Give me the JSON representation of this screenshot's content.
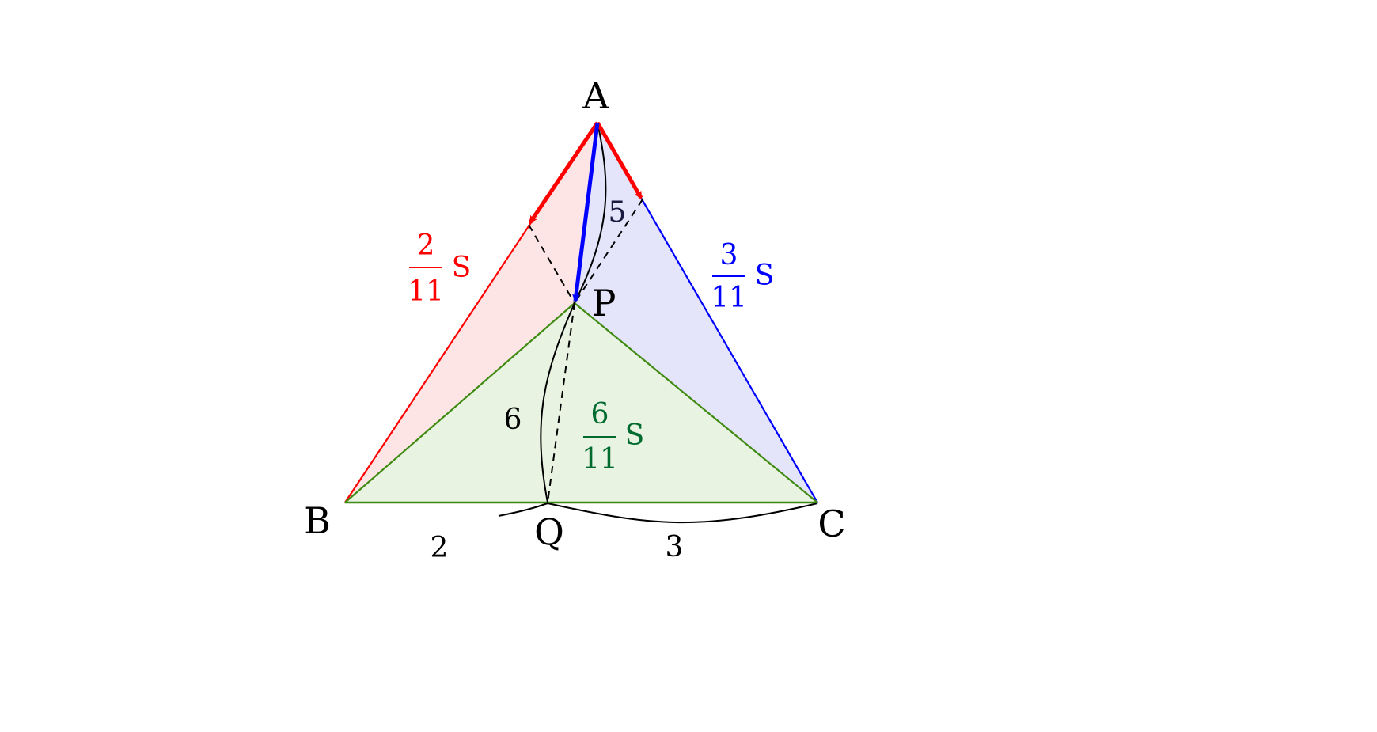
{
  "points": {
    "A": "A",
    "B": "B",
    "C": "C",
    "P": "P",
    "Q": "Q"
  },
  "lengths": {
    "AP": "5",
    "PQ": "6",
    "BQ": "2",
    "QC": "3"
  },
  "areas": {
    "ABP": {
      "numerator": "2",
      "denominator": "11",
      "unit": "S",
      "color": "#ff0000"
    },
    "ACP": {
      "numerator": "3",
      "denominator": "11",
      "unit": "S",
      "color": "#0000ff"
    },
    "BCP": {
      "numerator": "6",
      "denominator": "11",
      "unit": "S",
      "color": "#006b2e"
    }
  },
  "colors": {
    "red_fill": "#fde5e5",
    "blue_fill": "#e4e4fb",
    "green_fill": "#e8f3e2",
    "green_edge": "#3f8a10",
    "blue_arrow": "#0000ff",
    "red_arrow": "#ff0000"
  }
}
